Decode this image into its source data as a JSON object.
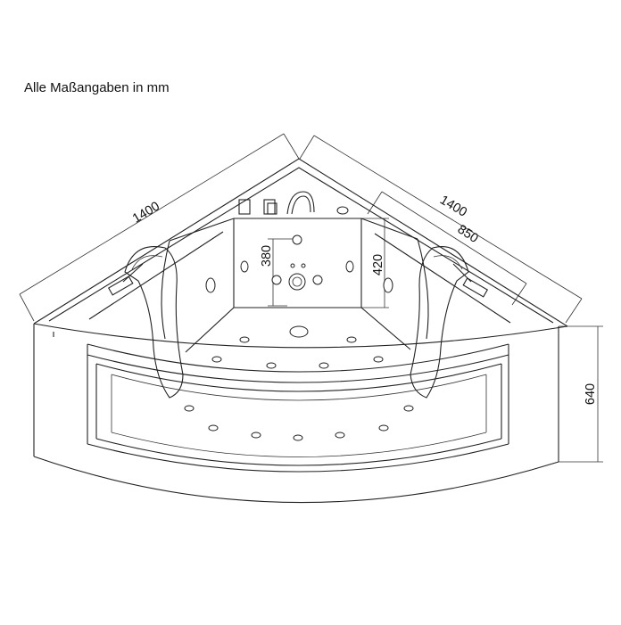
{
  "caption": "Alle Maßangaben in mm",
  "dimensions": {
    "left_length": "1400",
    "right_length": "1400",
    "right_inner_length": "850",
    "height": "640",
    "back_panel_height": "420",
    "jet_panel_height": "380"
  }
}
